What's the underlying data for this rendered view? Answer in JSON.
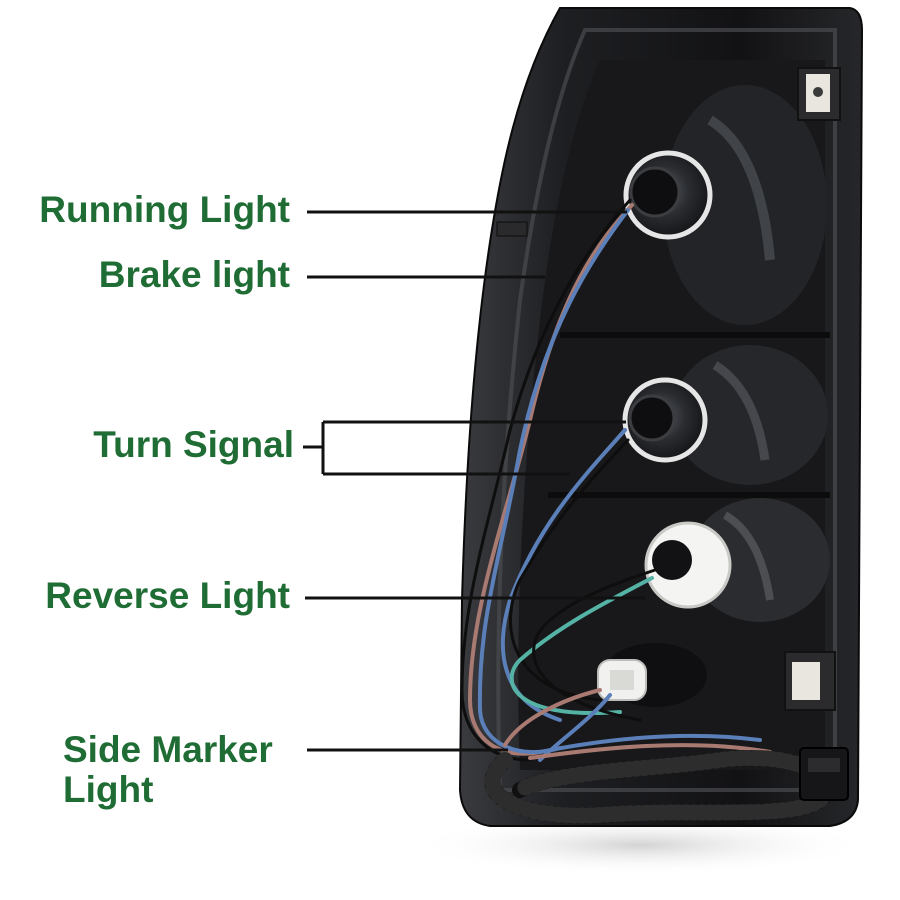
{
  "labels": {
    "running_light": "Running Light",
    "brake_light": "Brake light",
    "turn_signal": "Turn Signal",
    "reverse_light": "Reverse Light",
    "side_marker_line1": "Side Marker",
    "side_marker_line2": "Light"
  },
  "colors": {
    "label_text": "#1f6d35",
    "leader_line": "#111111",
    "housing": "#1b1b1d",
    "wire_brown": "#a87a72",
    "wire_blue": "#5b7fb8",
    "wire_teal": "#55b3a6",
    "wire_black": "#0e0e0e",
    "harness": "#101010",
    "background": "#ffffff"
  }
}
